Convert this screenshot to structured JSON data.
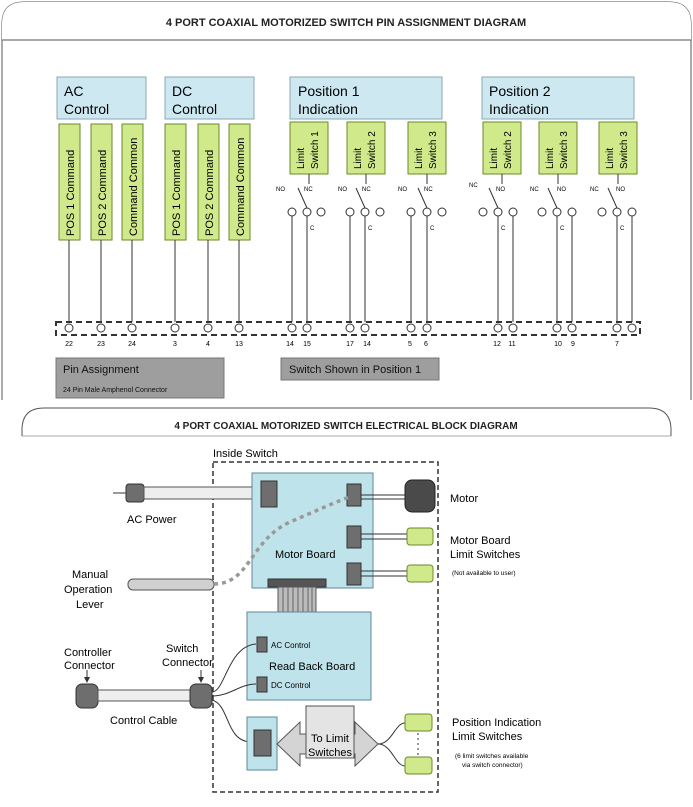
{
  "pin_diagram": {
    "title": "4 PORT COAXIAL MOTORIZED SWITCH PIN ASSIGNMENT DIAGRAM",
    "groups": [
      {
        "line1": "AC",
        "line2": "Control"
      },
      {
        "line1": "DC",
        "line2": "Control"
      },
      {
        "line1": "Position  1",
        "line2": "Indication"
      },
      {
        "line1": "Position 2",
        "line2": "Indication"
      }
    ],
    "command_labels": [
      "POS 1 Command",
      "POS 2 Command",
      "Command Common",
      "POS 1 Command",
      "POS 2 Command",
      "Command Common"
    ],
    "command_pins": [
      "22",
      "23",
      "24",
      "3",
      "4",
      "13"
    ],
    "limit_switches": [
      {
        "line1": "Limit",
        "line2": "Switch 1",
        "left_contact": "NO",
        "right_contact": "NC",
        "pins": [
          "14",
          "15"
        ]
      },
      {
        "line1": "Limit",
        "line2": "Switch 2",
        "left_contact": "NO",
        "right_contact": "NC",
        "pins": [
          "17",
          "14"
        ]
      },
      {
        "line1": "Limit",
        "line2": "Switch 3",
        "left_contact": "NO",
        "right_contact": "NC",
        "pins": [
          "5",
          "6"
        ]
      },
      {
        "line1": "Limit",
        "line2": "Switch 2",
        "left_contact": "NC",
        "right_contact": "NO",
        "pins": [
          "12",
          "11"
        ]
      },
      {
        "line1": "Limit",
        "line2": "Switch 3",
        "left_contact": "NC",
        "right_contact": "NO",
        "pins": [
          "10",
          "9"
        ]
      },
      {
        "line1": "Limit",
        "line2": "Switch 3",
        "left_contact": "NC",
        "right_contact": "NO",
        "pins": [
          "7",
          ""
        ]
      }
    ],
    "common_label": "C",
    "pin_assignment_label": "Pin Assignment",
    "connector_label": "24 Pin Male Amphenol Connector",
    "switch_position_label": "Switch Shown in Position 1"
  },
  "block_diagram": {
    "title": "4 PORT COAXIAL MOTORIZED SWITCH ELECTRICAL BLOCK DIAGRAM",
    "inside_switch": "Inside Switch",
    "ac_power": "AC Power",
    "motor": "Motor",
    "motor_board": "Motor Board",
    "motor_board_limit_line1": "Motor Board",
    "motor_board_limit_line2": "Limit Switches",
    "motor_board_limit_note": "(Not available to user)",
    "manual_line1": "Manual",
    "manual_line2": "Operation",
    "manual_line3": "Lever",
    "read_back_board": "Read Back Board",
    "ac_control": "AC Control",
    "dc_control": "DC Control",
    "controller_line1": "Controller",
    "controller_line2": "Connector",
    "switch_conn_line1": "Switch",
    "switch_conn_line2": "Connector",
    "control_cable": "Control Cable",
    "to_limit_line1": "To Limit",
    "to_limit_line2": "Switches",
    "pos_ind_line1": "Position Indication",
    "pos_ind_line2": "Limit Switches",
    "pos_ind_note1": "(6 limit switches available",
    "pos_ind_note2": "via switch connector)"
  },
  "colors": {
    "header_blue": "#cde8f0",
    "switch_green": "#cfe98b",
    "board_blue": "#bfe3ea",
    "gray_label": "#9e9e9e"
  }
}
